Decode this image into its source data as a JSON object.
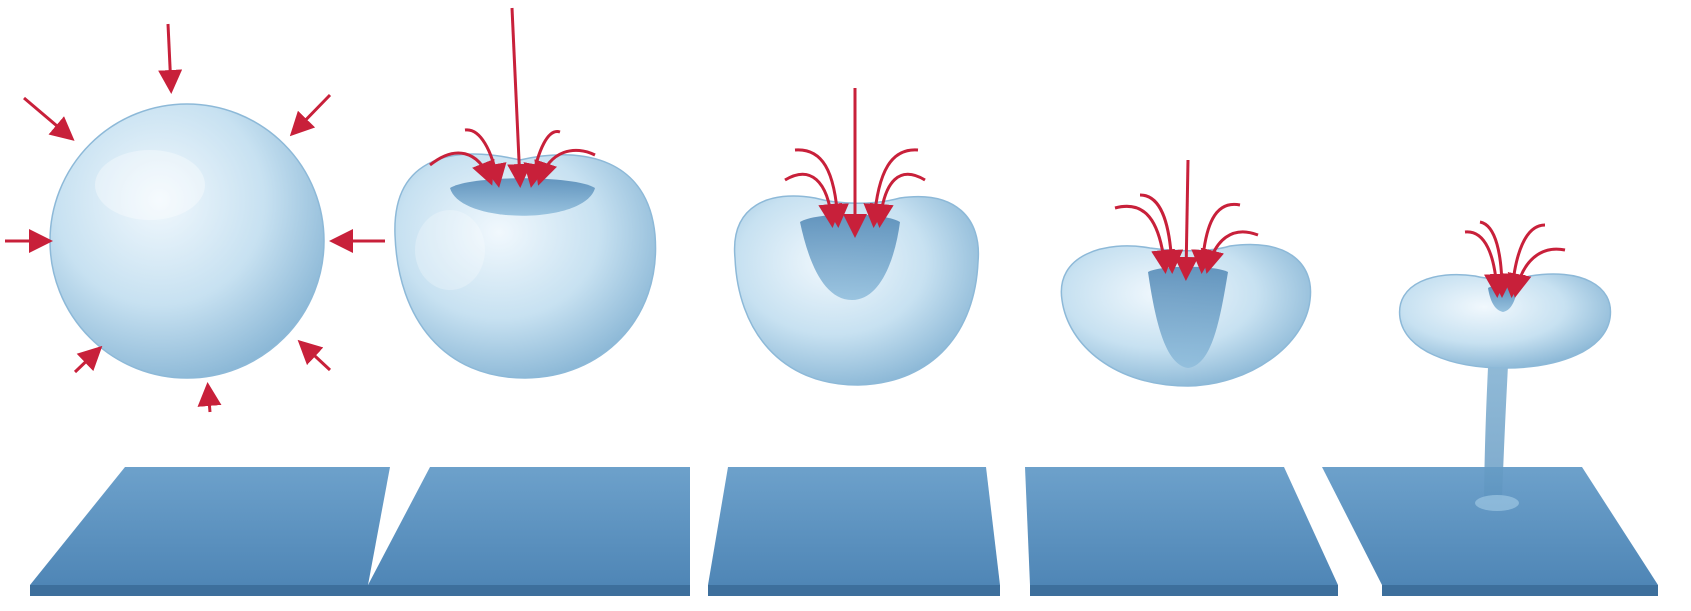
{
  "figure": {
    "stages": [
      {
        "id": 1,
        "bubble_shape": "sphere",
        "arrow_pattern": "radial-inward"
      },
      {
        "id": 2,
        "bubble_shape": "indented-sphere",
        "arrow_pattern": "jet-with-curved-flow"
      },
      {
        "id": 3,
        "bubble_shape": "deep-dimple",
        "arrow_pattern": "jet-with-curved-flow"
      },
      {
        "id": 4,
        "bubble_shape": "toroid-with-jet",
        "arrow_pattern": "jet-with-curved-flow"
      },
      {
        "id": 5,
        "bubble_shape": "toroid-jet-impact",
        "arrow_pattern": "curved-flow"
      }
    ],
    "colors": {
      "background": "#ffffff",
      "bubble_light": "#e6f3fb",
      "bubble_mid": "#a9cfe6",
      "bubble_dark": "#6b9fc2",
      "plate_top": "#5d93c0",
      "plate_side": "#3f73a2",
      "arrow": "#c8203a"
    }
  }
}
